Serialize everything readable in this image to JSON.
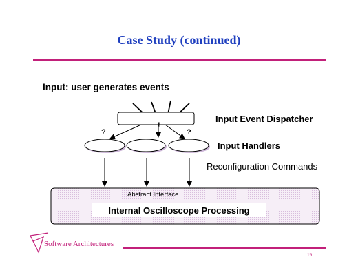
{
  "slide": {
    "title": "Case Study (continued)",
    "heading": "Input: user generates events",
    "page_number": "19",
    "footer": "Software Architectures"
  },
  "diagram": {
    "dispatcher_label": "Input Event Dispatcher",
    "dispatcher_mark": "!",
    "handlers_label": "Input Handlers",
    "handler_question_marks": [
      "?",
      "?"
    ],
    "commands_label": "Reconfiguration Commands",
    "abstract_interface_label": "Abstract Interface",
    "processing_label": "Internal Oscilloscope Processing"
  },
  "colors": {
    "title": "#1f3fbf",
    "accent": "#c2207a",
    "processing_box_fill": "#f3e8f5"
  }
}
